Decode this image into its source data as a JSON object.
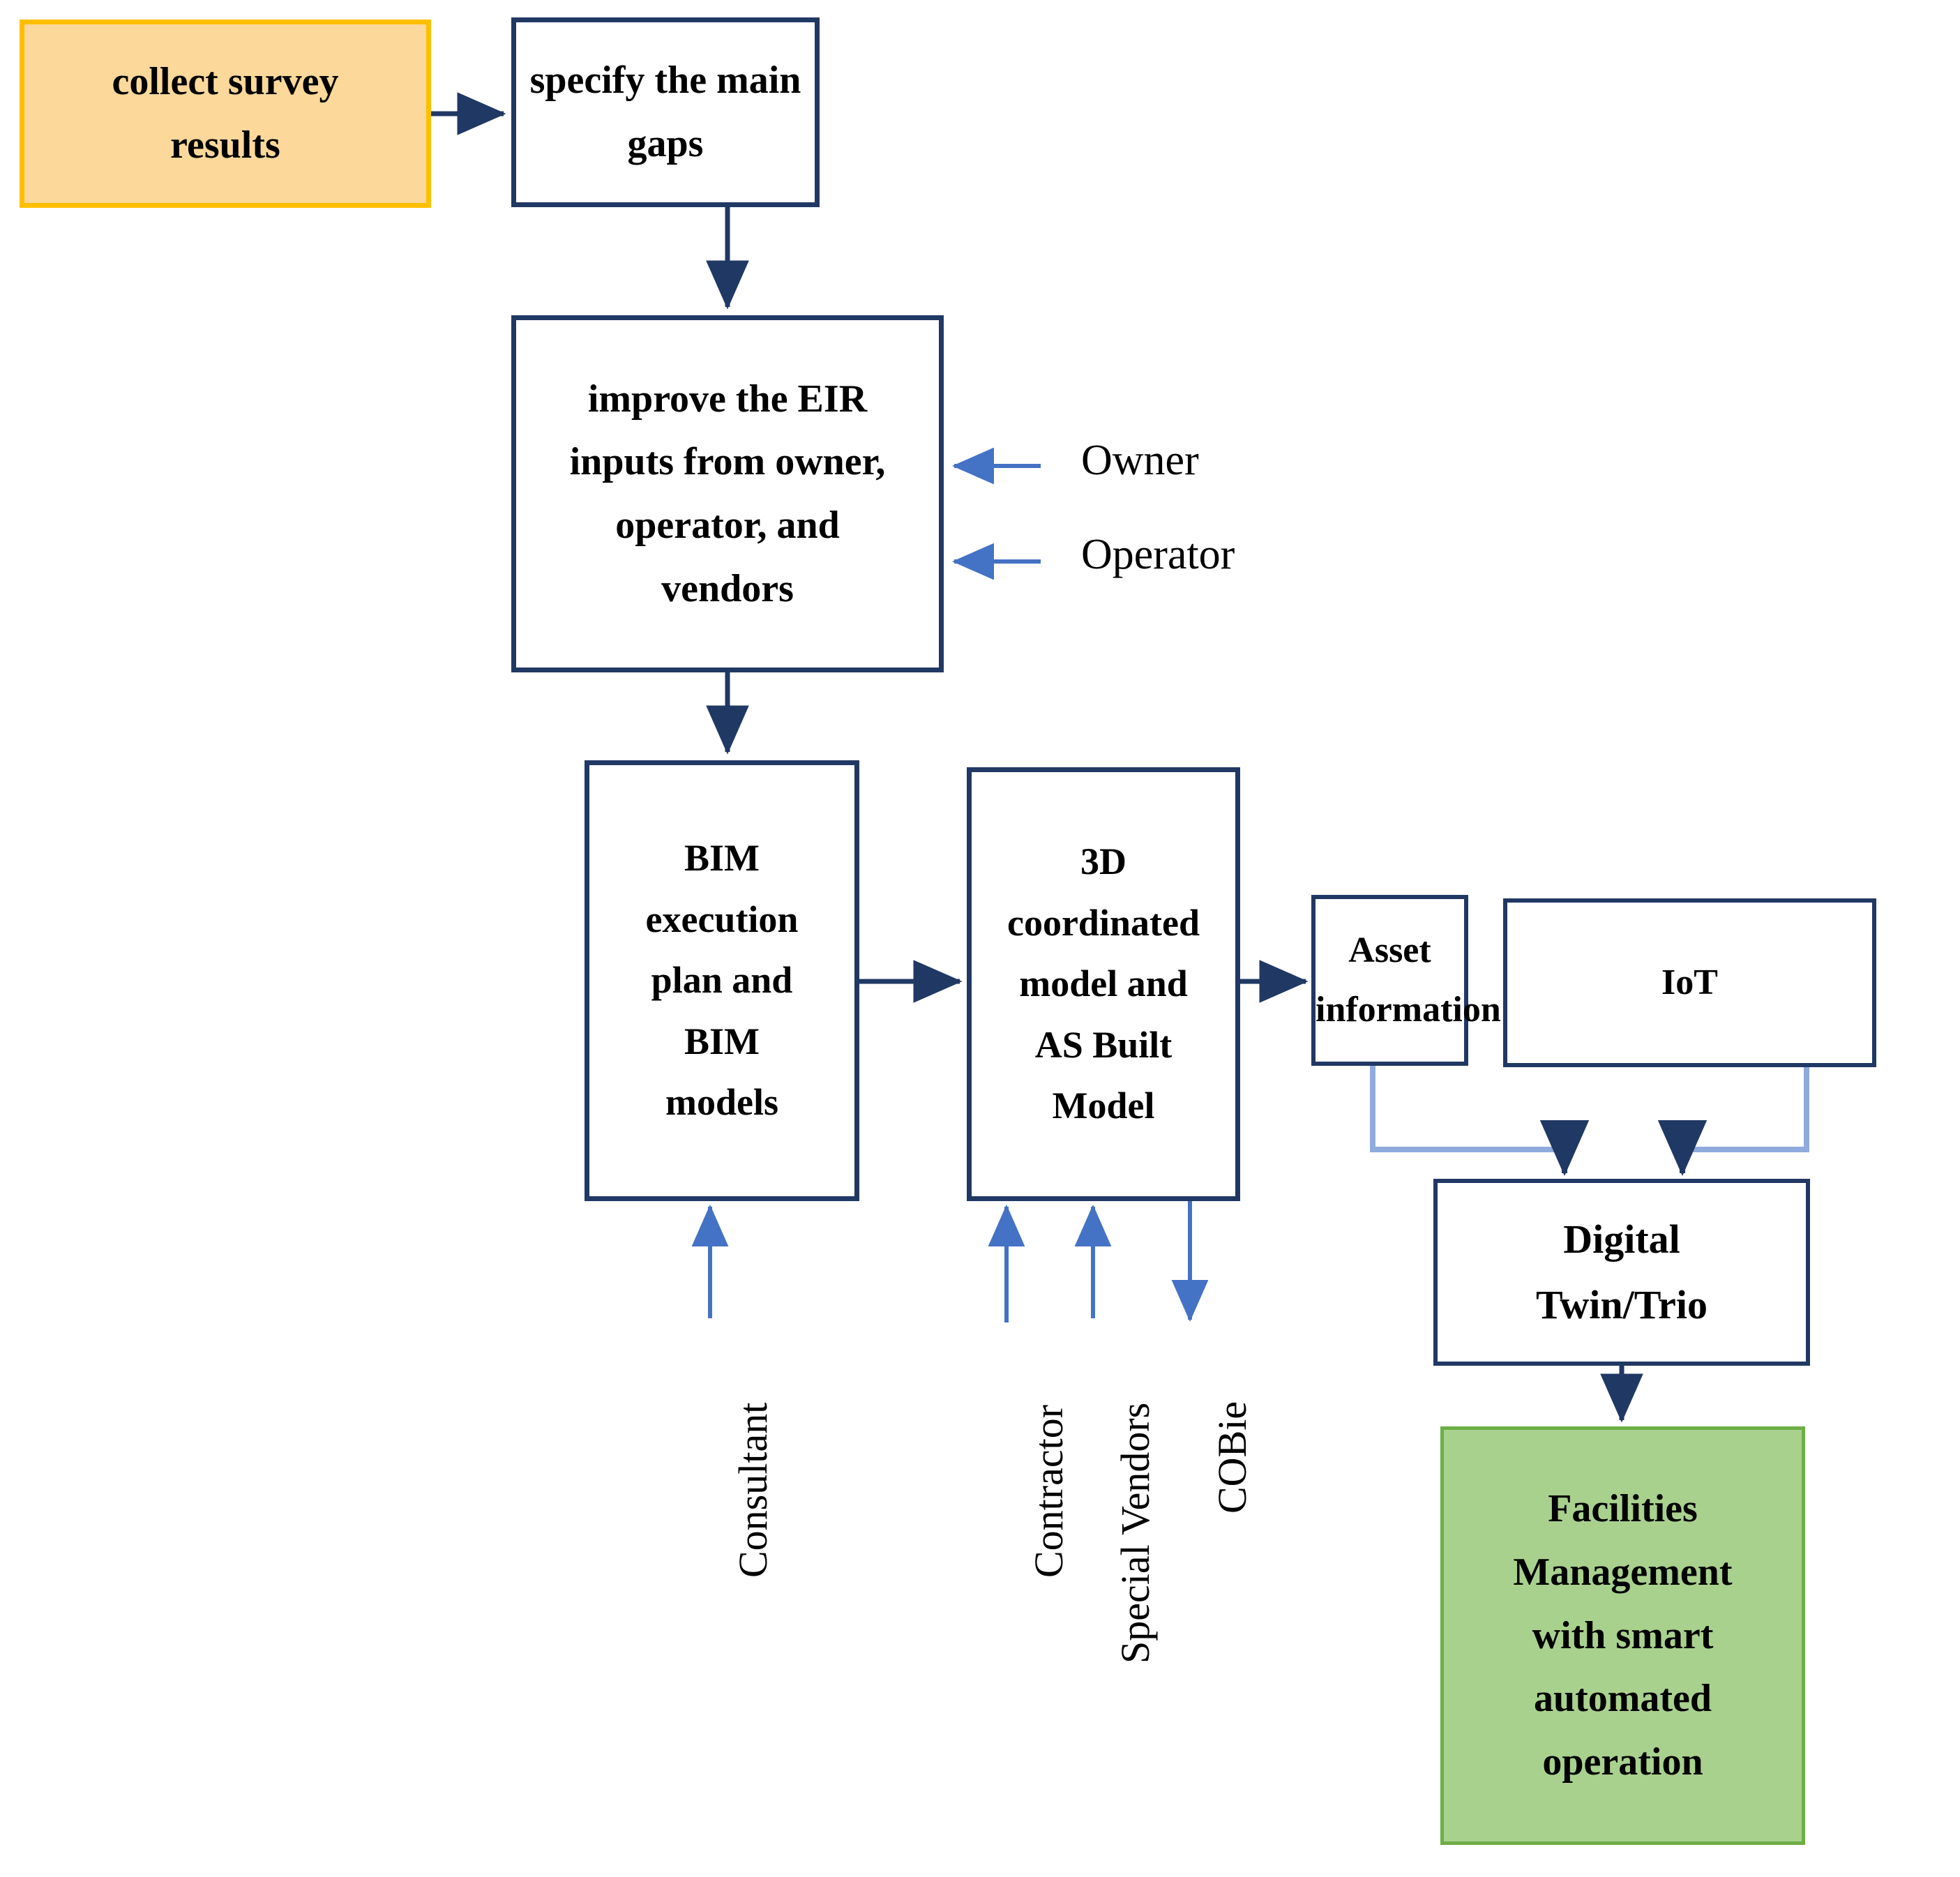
{
  "diagram": {
    "title": "BIM to Digital Twin facilities management workflow",
    "colors": {
      "dark_blue": "#203864",
      "light_blue": "#4472C4",
      "pale_blue": "#8FAADC",
      "orange_fill": "#FCD89A",
      "orange_border": "#FFBF00",
      "green_fill": "#A9D18E",
      "green_border": "#6CAF46",
      "text": "#000000",
      "background": "#FFFFFF"
    },
    "nodes": [
      {
        "id": "collect-survey-results",
        "lines": [
          "collect survey",
          "results"
        ],
        "style": "orange"
      },
      {
        "id": "specify-main-gaps",
        "lines": [
          "specify the main",
          "gaps"
        ],
        "style": "plain"
      },
      {
        "id": "improve-eir-inputs",
        "lines": [
          "improve the EIR",
          "inputs from owner,",
          "operator, and",
          "vendors"
        ],
        "style": "plain"
      },
      {
        "id": "bim-execution-plan",
        "lines": [
          "BIM",
          "execution",
          "plan and",
          "BIM",
          "models"
        ],
        "style": "plain"
      },
      {
        "id": "coordinated-model",
        "lines": [
          "3D",
          "coordinated",
          "model and",
          "AS Built",
          "Model"
        ],
        "style": "plain"
      },
      {
        "id": "asset-information",
        "lines": [
          "Asset",
          "information"
        ],
        "style": "plain"
      },
      {
        "id": "iot",
        "lines": [
          "IoT"
        ],
        "style": "plain"
      },
      {
        "id": "digital-twin-trio",
        "lines": [
          "Digital",
          "Twin/Trio"
        ],
        "style": "plain"
      },
      {
        "id": "facilities-management",
        "lines": [
          "Facilities",
          "Management",
          "with smart",
          "automated",
          "operation"
        ],
        "style": "green"
      }
    ],
    "side_labels": [
      {
        "id": "owner",
        "text": "Owner"
      },
      {
        "id": "operator",
        "text": "Operator"
      }
    ],
    "vertical_labels": [
      {
        "id": "consultant",
        "text": "Consultant"
      },
      {
        "id": "contractor",
        "text": "Contractor"
      },
      {
        "id": "special-vendors",
        "text": "Special Vendors"
      },
      {
        "id": "cobie",
        "text": "COBie"
      }
    ],
    "edges": [
      {
        "id": "survey-to-gaps",
        "from": "collect-survey-results",
        "to": "specify-main-gaps",
        "direction": "right",
        "color": "#203864"
      },
      {
        "id": "gaps-to-eir",
        "from": "specify-main-gaps",
        "to": "improve-eir-inputs",
        "direction": "down",
        "color": "#203864"
      },
      {
        "id": "owner-to-eir",
        "from": "owner",
        "to": "improve-eir-inputs",
        "direction": "left",
        "color": "#4472C4"
      },
      {
        "id": "operator-to-eir",
        "from": "operator",
        "to": "improve-eir-inputs",
        "direction": "left",
        "color": "#4472C4"
      },
      {
        "id": "eir-to-bim",
        "from": "improve-eir-inputs",
        "to": "bim-execution-plan",
        "direction": "down",
        "color": "#203864"
      },
      {
        "id": "bim-to-coordinated",
        "from": "bim-execution-plan",
        "to": "coordinated-model",
        "direction": "right",
        "color": "#203864"
      },
      {
        "id": "coordinated-to-asset",
        "from": "coordinated-model",
        "to": "asset-information",
        "direction": "right",
        "color": "#203864"
      },
      {
        "id": "consultant-to-bim",
        "from": "consultant",
        "to": "bim-execution-plan",
        "direction": "up",
        "color": "#4472C4"
      },
      {
        "id": "contractor-to-coordinated",
        "from": "contractor",
        "to": "coordinated-model",
        "direction": "up",
        "color": "#4472C4"
      },
      {
        "id": "vendors-to-coordinated",
        "from": "special-vendors",
        "to": "coordinated-model",
        "direction": "up",
        "color": "#4472C4"
      },
      {
        "id": "coordinated-to-cobie",
        "from": "coordinated-model",
        "to": "cobie",
        "direction": "down",
        "color": "#4472C4"
      },
      {
        "id": "asset-to-digital-twin",
        "from": "asset-information",
        "to": "digital-twin-trio",
        "direction": "elbow-down",
        "color": "#203864"
      },
      {
        "id": "iot-to-digital-twin",
        "from": "iot",
        "to": "digital-twin-trio",
        "direction": "elbow-down",
        "color": "#203864"
      },
      {
        "id": "digital-twin-to-facilities",
        "from": "digital-twin-trio",
        "to": "facilities-management",
        "direction": "down",
        "color": "#203864"
      }
    ]
  }
}
